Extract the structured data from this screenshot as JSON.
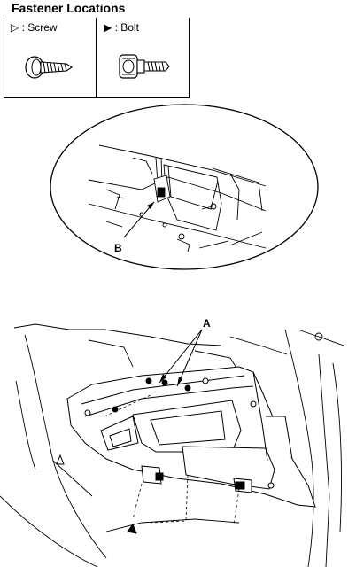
{
  "header": {
    "title": "Fastener Locations"
  },
  "legend": {
    "screw_label": "▷ : Screw",
    "bolt_label": "▶ : Bolt"
  },
  "callouts": {
    "a": "A",
    "b": "B"
  }
}
